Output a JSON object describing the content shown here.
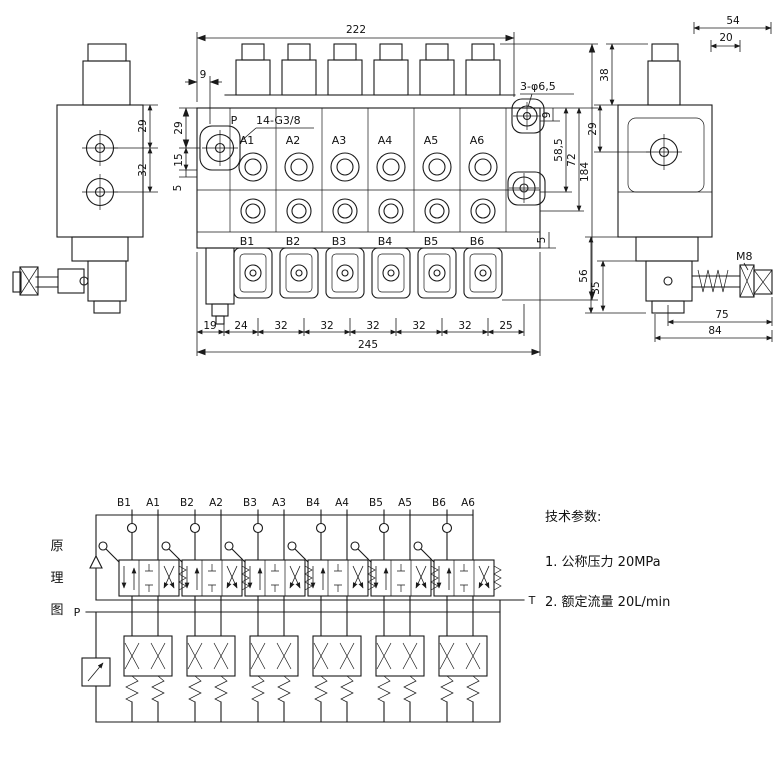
{
  "front_view": {
    "p_label": "P",
    "thread_note": "14-G3/8",
    "hole_note": "3-φ6,5",
    "a_ports": [
      "A1",
      "A2",
      "A3",
      "A4",
      "A5",
      "A6"
    ],
    "b_ports": [
      "B1",
      "B2",
      "B3",
      "B4",
      "B5",
      "B6"
    ],
    "dim_overall_top": "222",
    "dim_offset_top": "9",
    "left_dims": [
      "29",
      "15",
      "5"
    ],
    "right_dims": [
      "9",
      "58,5",
      "72",
      "184",
      "5"
    ],
    "bottom_dims": [
      "19",
      "24",
      "32",
      "32",
      "32",
      "32",
      "32",
      "25"
    ],
    "dim_overall_bottom": "245"
  },
  "left_view": {
    "dims": [
      "29",
      "32"
    ]
  },
  "right_view": {
    "dim_54": "54",
    "dim_20": "20",
    "dim_38": "38",
    "dim_29": "29",
    "dim_56": "56",
    "dim_35": "35",
    "thread_label": "M8",
    "dim_75": "75",
    "dim_84": "84"
  },
  "schematic": {
    "title_chars": [
      "原",
      "理",
      "图"
    ],
    "p_label": "P",
    "t_label": "T",
    "sections": [
      {
        "b": "B1",
        "a": "A1"
      },
      {
        "b": "B2",
        "a": "A2"
      },
      {
        "b": "B3",
        "a": "A3"
      },
      {
        "b": "B4",
        "a": "A4"
      },
      {
        "b": "B5",
        "a": "A5"
      },
      {
        "b": "B6",
        "a": "A6"
      }
    ]
  },
  "tech_params": {
    "heading": "技术参数:",
    "items": [
      "1. 公称压力  20MPa",
      "2. 额定流量  20L/min"
    ]
  }
}
